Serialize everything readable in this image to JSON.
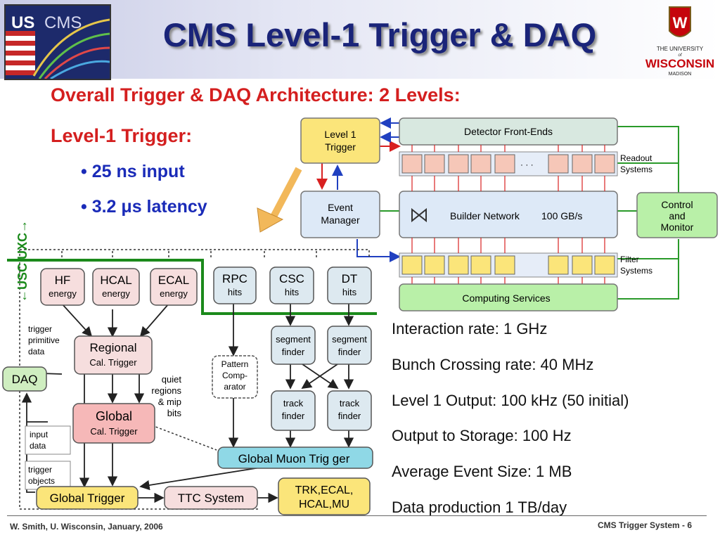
{
  "title": "CMS Level-1 Trigger & DAQ",
  "logos": {
    "left_text": "US CMS",
    "right_line1": "THE UNIVERSITY",
    "right_line2": "WISCONSIN",
    "right_line3": "MADISON",
    "right_of": "of",
    "crest_letter": "W"
  },
  "subtitle1": "Overall Trigger & DAQ Architecture: 2 Levels:",
  "subtitle2": "Level-1 Trigger:",
  "bullets": [
    "• 25 ns input",
    "• 3.2 μs latency"
  ],
  "stats": [
    "Interaction rate: 1 GHz",
    "Bunch Crossing rate: 40 MHz",
    "Level 1 Output: 100 kHz (50 initial)",
    "Output to Storage: 100 Hz",
    "Average Event Size: 1 MB",
    "Data production 1 TB/day"
  ],
  "daq_arch": {
    "level1_trigger": [
      "Level 1",
      "Trigger"
    ],
    "detector_front_ends": "Detector Front-Ends",
    "readout_systems": [
      "Readout",
      "Systems"
    ],
    "event_manager": [
      "Event",
      "Manager"
    ],
    "builder_network": "Builder Network",
    "builder_rate": "100 GB/s",
    "control_monitor": [
      "Control",
      "and",
      "Monitor"
    ],
    "filter_systems": [
      "Filter",
      "Systems"
    ],
    "computing_services": "Computing Services"
  },
  "trigger_diagram": {
    "usc_uxc": "←USC UXC→",
    "hf": [
      "HF",
      "energy"
    ],
    "hcal": [
      "HCAL",
      "energy"
    ],
    "ecal": [
      "ECAL",
      "energy"
    ],
    "rpc": [
      "RPC",
      "hits"
    ],
    "csc": [
      "CSC",
      "hits"
    ],
    "dt": [
      "DT",
      "hits"
    ],
    "trigger_primitive_data": [
      "trigger",
      "primitive",
      "data"
    ],
    "daq": "DAQ",
    "regional": [
      "Regional",
      "Cal. Trigger"
    ],
    "quiet_regions": [
      "quiet",
      "regions",
      "& mip",
      "bits"
    ],
    "global_cal": [
      "Global",
      "Cal. Trigger"
    ],
    "pattern_comparator": [
      "Pattern",
      "Comp-",
      "arator"
    ],
    "segment_finder": [
      "segment",
      "finder"
    ],
    "track_finder": [
      "track",
      "finder"
    ],
    "input_data": [
      "input",
      "data"
    ],
    "global_muon_trigger": "Global Muon  Trig ger",
    "trigger_objects": [
      "trigger",
      "objects"
    ],
    "global_trigger": "Global Trigger",
    "ttc_system": "TTC System",
    "trk_box": [
      "TRK,ECAL,",
      "HCAL,MU"
    ]
  },
  "footer_left": "W. Smith, U. Wisconsin, January, 2006",
  "footer_right": "CMS Trigger System -  6",
  "colors": {
    "title": "#1a2479",
    "subtitle": "#d41f1f",
    "bullet": "#1a2bb8",
    "green_line": "#1b8a1b",
    "orange_arrow": "#f2b85a"
  }
}
